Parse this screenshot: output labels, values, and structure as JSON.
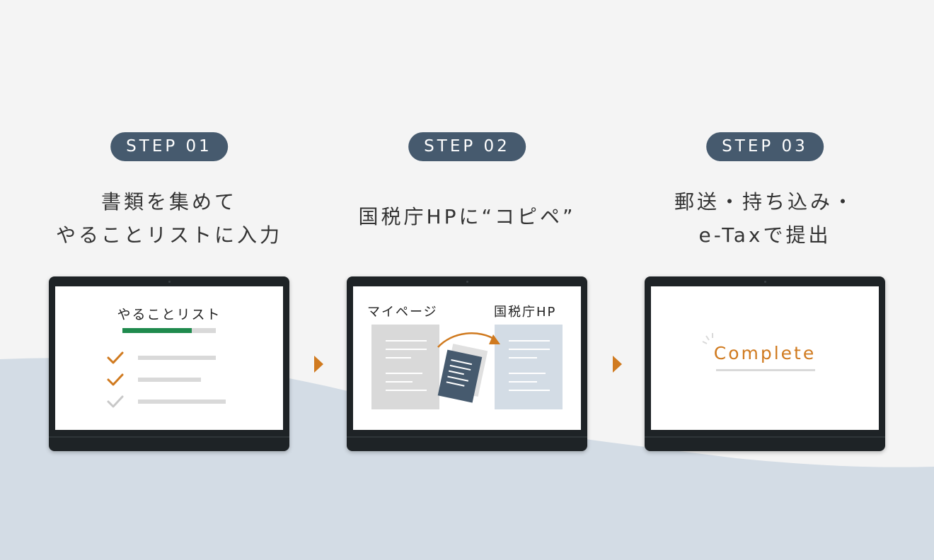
{
  "steps": [
    {
      "badge": "STEP 01",
      "title_line1": "書類を集めて",
      "title_line2": "やることリストに入力",
      "screen": {
        "heading": "やることリスト",
        "progress": 0.74,
        "items": [
          {
            "done": true
          },
          {
            "done": true
          },
          {
            "done": false
          }
        ]
      }
    },
    {
      "badge": "STEP 02",
      "title": "国税庁HPに“コピペ”",
      "screen": {
        "left_label": "マイページ",
        "right_label": "国税庁HP"
      }
    },
    {
      "badge": "STEP 03",
      "title_line1": "郵送・持ち込み・",
      "title_line2": "e-Taxで提出",
      "screen": {
        "status": "Complete"
      }
    }
  ],
  "colors": {
    "badge_bg": "#465a6e",
    "accent_orange": "#d07a1f",
    "progress_green": "#1f8a4d",
    "pending_gray": "#c8c8c8",
    "doc_gray": "#d9d9d9",
    "doc_blue": "#d3dce5",
    "doc_navy": "#465a6e",
    "wave": "#d3dce5"
  },
  "icons": [
    "check-icon",
    "arrow-right-icon",
    "curved-arrow-icon",
    "sparkle-icon"
  ]
}
